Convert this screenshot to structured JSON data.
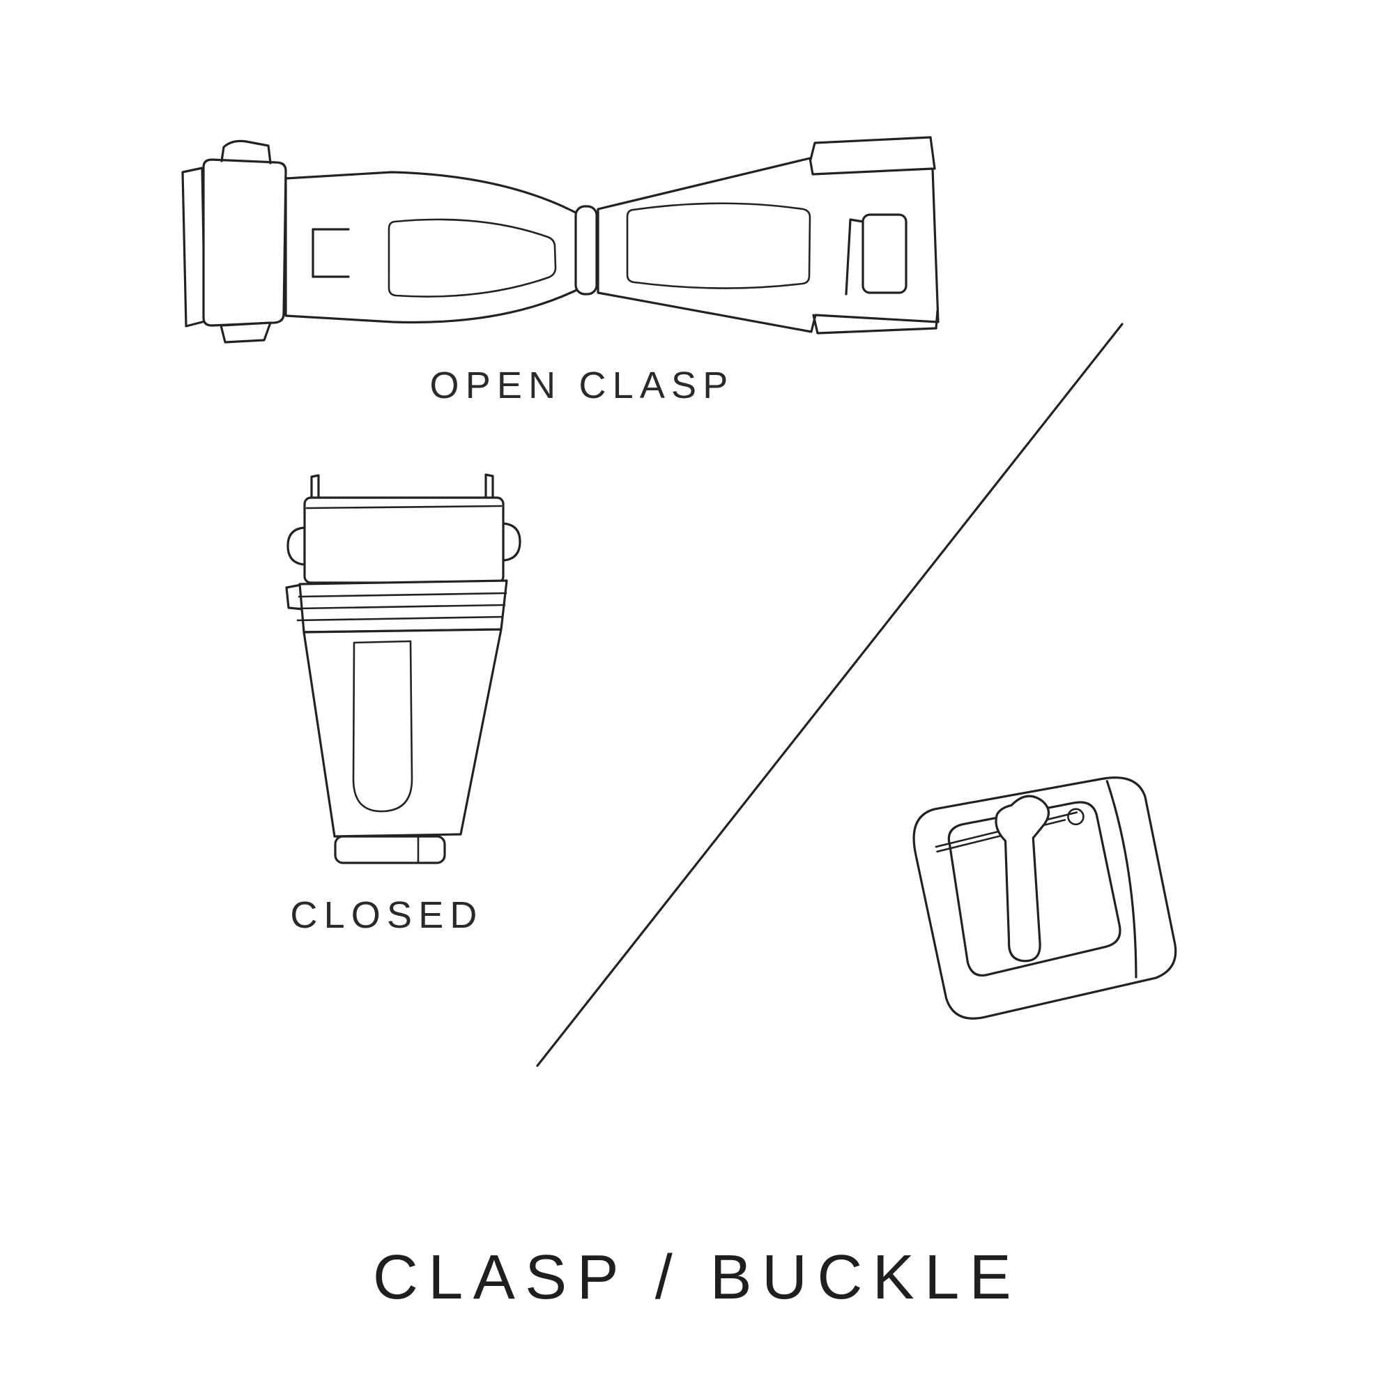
{
  "title": "CLASP / BUCKLE",
  "figures": {
    "open_clasp": {
      "label": "OPEN CLASP"
    },
    "closed_clasp": {
      "label": "CLOSED"
    }
  },
  "colors": {
    "ink": "#222222",
    "background": "#ffffff"
  }
}
